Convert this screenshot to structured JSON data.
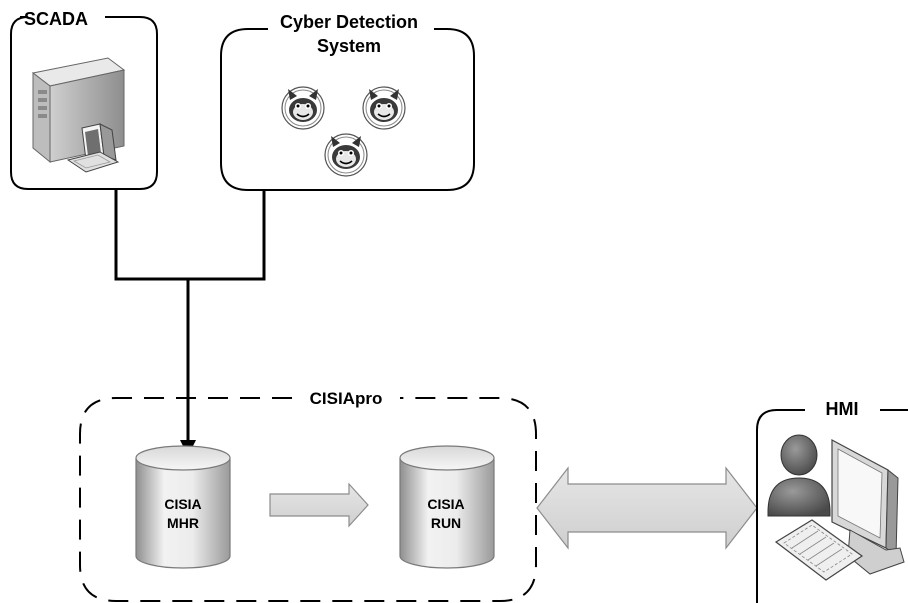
{
  "scada": {
    "title": "SCADA",
    "icon": "server-computer-icon"
  },
  "cyber_detection": {
    "title_line1": "Cyber Detection",
    "title_line2": "System",
    "agent_icon": "devil-agent-icon"
  },
  "cisiapro": {
    "title": "CISIApro",
    "mhr": {
      "line1": "CISIA",
      "line2": "MHR"
    },
    "run": {
      "line1": "CISIA",
      "line2": "RUN"
    }
  },
  "hmi": {
    "title": "HMI",
    "icon": "operator-workstation-icon"
  },
  "colors": {
    "stroke": "#000000",
    "cylinder_light": "#f0f0f0",
    "cylinder_dark": "#a8a8a8",
    "arrow_fill": "#dedede",
    "arrow_stroke": "#8c8c8c"
  }
}
